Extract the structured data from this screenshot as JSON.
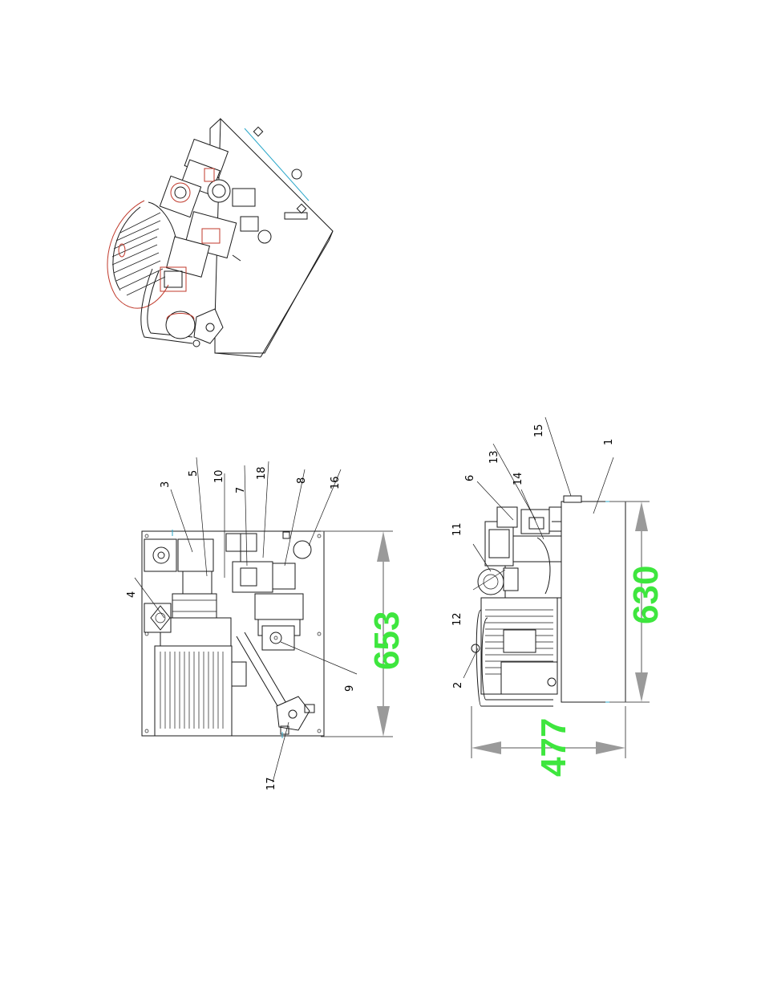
{
  "callouts": {
    "c1": "1",
    "c2": "2",
    "c3": "3",
    "c4": "4",
    "c5": "5",
    "c6": "6",
    "c7": "7",
    "c8": "8",
    "c9": "9",
    "c10": "10",
    "c11": "11",
    "c12": "12",
    "c13": "13",
    "c14": "14",
    "c15": "15",
    "c16": "16",
    "c17": "17",
    "c18": "18"
  },
  "dimensions": {
    "d653": "653",
    "d630": "630",
    "d477": "477"
  },
  "colors": {
    "dimension_text": "#3ee63e",
    "highlight": "#c0392b",
    "centerline": "#2aa7c9"
  }
}
